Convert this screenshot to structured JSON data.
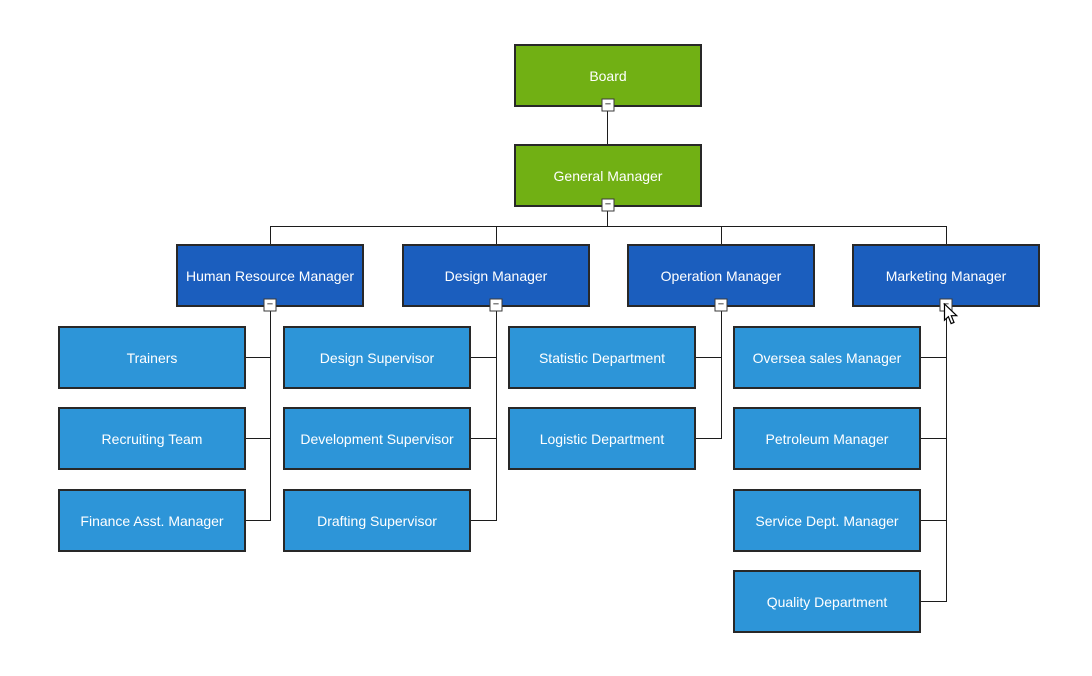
{
  "colors": {
    "executive_fill": "#71B014",
    "manager_fill": "#1B5EBE",
    "staff_fill": "#2D95D8",
    "node_border": "#282828",
    "connector": "#1c1c1c",
    "node_text": "#ffffff"
  },
  "icons": {
    "collapse_glyph": "−",
    "cursor": "arrow-pointer"
  },
  "org_chart": {
    "board": {
      "label": "Board"
    },
    "general_manager": {
      "label": "General Manager"
    },
    "managers": [
      {
        "label": "Human Resource Manager",
        "children": [
          {
            "label": "Trainers"
          },
          {
            "label": "Recruiting Team"
          },
          {
            "label": "Finance Asst. Manager"
          }
        ]
      },
      {
        "label": "Design Manager",
        "children": [
          {
            "label": "Design Supervisor"
          },
          {
            "label": "Development Supervisor"
          },
          {
            "label": "Drafting Supervisor"
          }
        ]
      },
      {
        "label": "Operation Manager",
        "children": [
          {
            "label": "Statistic Department"
          },
          {
            "label": "Logistic Department"
          }
        ]
      },
      {
        "label": "Marketing Manager",
        "children": [
          {
            "label": "Oversea sales Manager"
          },
          {
            "label": "Petroleum Manager"
          },
          {
            "label": "Service Dept. Manager"
          },
          {
            "label": "Quality Department"
          }
        ]
      }
    ]
  }
}
